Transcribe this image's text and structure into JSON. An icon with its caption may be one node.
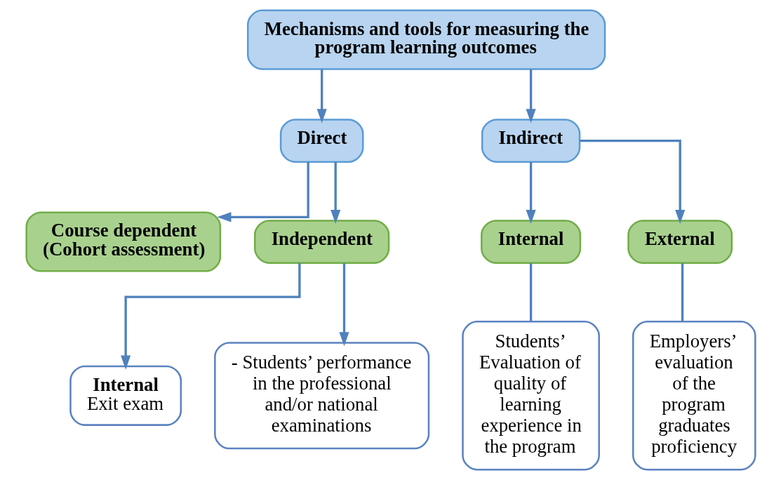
{
  "diagram": {
    "nodes": [
      {
        "text": [
          "Mechanisms and tools for measuring the program learning outcomes"
        ]
      },
      {
        "text": [
          "Direct"
        ]
      },
      {
        "text": [
          "Indirect"
        ]
      },
      {
        "text": [
          "Course dependent (Cohort assessment)"
        ]
      },
      {
        "text": [
          "Independent"
        ]
      },
      {
        "text": [
          "Internal"
        ]
      },
      {
        "text": [
          "External"
        ]
      },
      {
        "text": [
          "Internal",
          "Exit exam"
        ]
      },
      {
        "text": [
          "- Students’ performance in the professional and/or national examinations"
        ]
      },
      {
        "text": [
          "Students’ Evaluation of quality of learning experience in the program"
        ]
      },
      {
        "text": [
          "Employers’ evaluation of the program graduates proficiency"
        ]
      }
    ],
    "edges": [
      {
        "from": 0,
        "to": 1,
        "arrow": "to"
      },
      {
        "from": 0,
        "to": 2,
        "arrow": "to"
      },
      {
        "from": 1,
        "to": 3,
        "arrow": "to"
      },
      {
        "from": 1,
        "to": 4,
        "arrow": "to"
      },
      {
        "from": 2,
        "to": 5,
        "arrow": "to"
      },
      {
        "from": 2,
        "to": 6,
        "arrow": "to"
      },
      {
        "from": 4,
        "to": 7,
        "arrow": "to"
      },
      {
        "from": 4,
        "to": 8,
        "arrow": "to"
      },
      {
        "from": 5,
        "to": 9,
        "arrow": "none"
      },
      {
        "from": 6,
        "to": 10,
        "arrow": "none"
      }
    ]
  }
}
